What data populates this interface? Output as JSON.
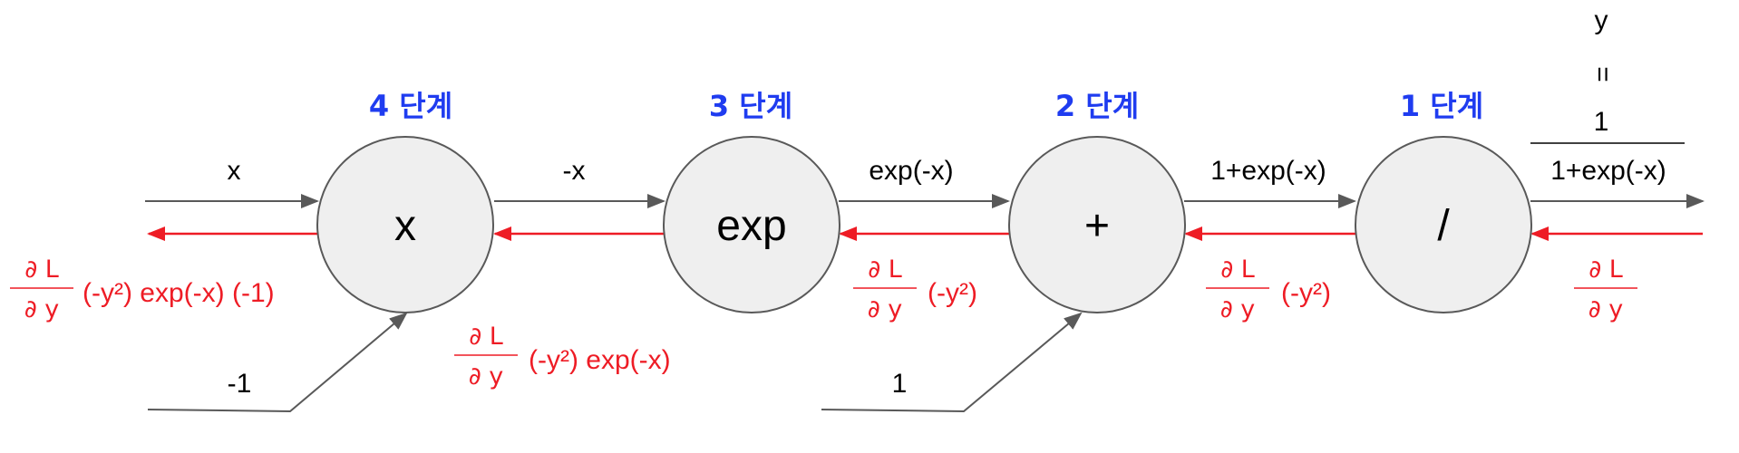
{
  "nodes": [
    {
      "id": "mul",
      "label": "x",
      "stage": "4 단계"
    },
    {
      "id": "exp",
      "label": "exp",
      "stage": "3 단계"
    },
    {
      "id": "add",
      "label": "+",
      "stage": "2 단계"
    },
    {
      "id": "div",
      "label": "/",
      "stage": "1 단계"
    }
  ],
  "forward_labels": {
    "input_x": "x",
    "mul_to_exp": "-x",
    "exp_to_add": "exp(-x)",
    "add_to_div": "1+exp(-x)",
    "const_minus_one": "-1",
    "const_one": "1"
  },
  "output": {
    "y": "y",
    "equals": "=",
    "numerator": "1",
    "denominator": "1+exp(-x)"
  },
  "gradients": {
    "partial_num": "∂ L",
    "partial_den": "∂ y",
    "out_grad_suffix": "",
    "div_grad_suffix": "(-y²)",
    "add_grad_suffix": "(-y²)",
    "exp_grad_suffix": "(-y²) exp(-x)",
    "mul_grad_suffix": "(-y²) exp(-x) (-1)"
  },
  "colors": {
    "stage": "#1f3cf0",
    "gradient": "#ee1c25",
    "forward": "#595959",
    "node_fill": "#efefef"
  }
}
